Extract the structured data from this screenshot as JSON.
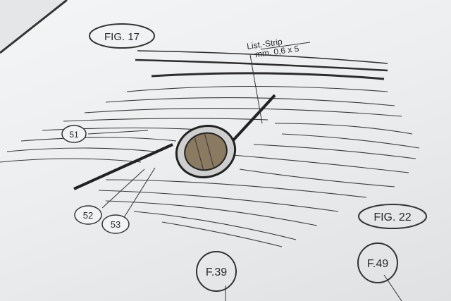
{
  "figures": {
    "fig17": "FIG. 17",
    "fig22": "FIG. 22",
    "f39": "F.39",
    "f49": "F.49"
  },
  "annotation": {
    "line1": "List.-Strip",
    "line2": "mm. 0,6 x 5"
  },
  "callouts": [
    "51",
    "52",
    "53"
  ]
}
